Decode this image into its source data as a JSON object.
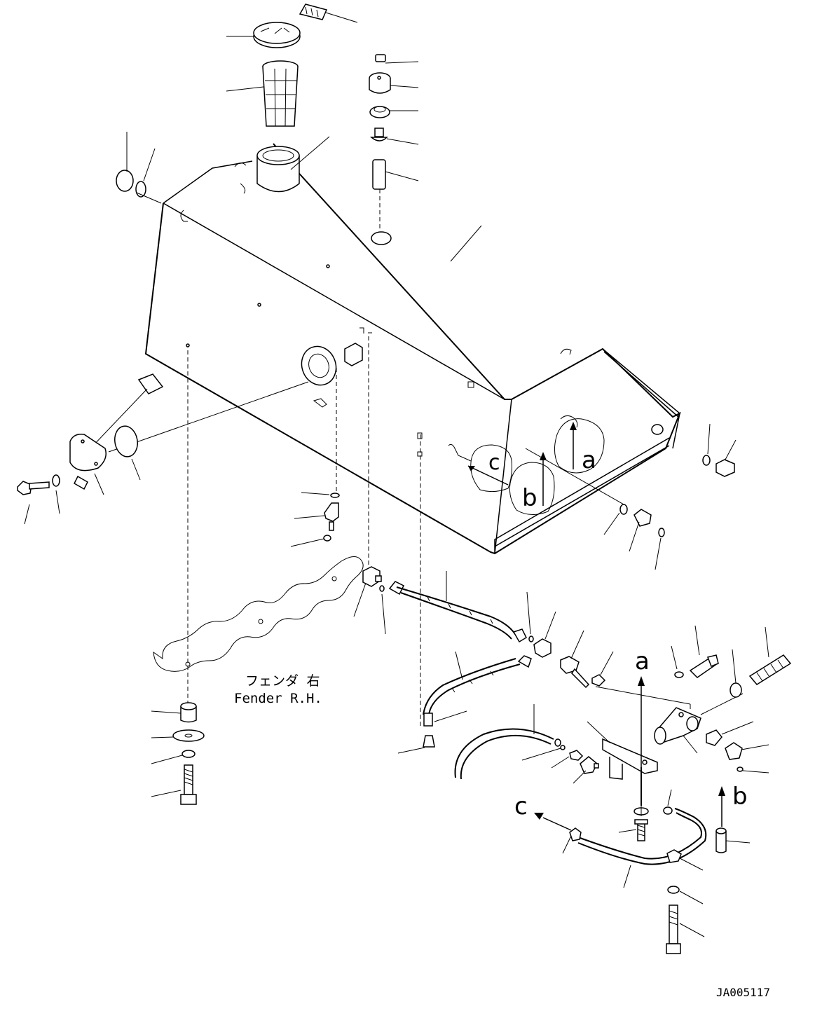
{
  "fender_label": {
    "jp": "フェンダ 右",
    "en": "Fender R.H."
  },
  "view_markers": {
    "a": "a",
    "b": "b",
    "c": "c"
  },
  "drawing_code": "JA005117"
}
